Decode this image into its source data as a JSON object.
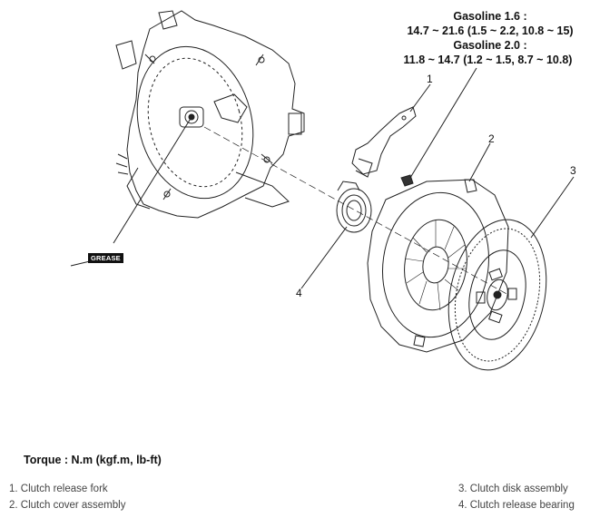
{
  "specs": {
    "gasoline_16_title": "Gasoline 1.6 :",
    "gasoline_16_value": "14.7 ~ 21.6 (1.5 ~ 2.2, 10.8 ~ 15)",
    "gasoline_20_title": "Gasoline 2.0 :",
    "gasoline_20_value": "11.8 ~ 14.7 (1.2 ~ 1.5, 8.7 ~ 10.8)"
  },
  "callouts": {
    "c1": "1",
    "c2": "2",
    "c3": "3",
    "c4": "4",
    "grease": "GREASE"
  },
  "torque_note": "Torque : N.m (kgf.m, lb-ft)",
  "legend": {
    "item1": "1. Clutch release fork",
    "item2": "2. Clutch cover assembly",
    "item3": "3. Clutch disk assembly",
    "item4": "4. Clutch release bearing"
  }
}
